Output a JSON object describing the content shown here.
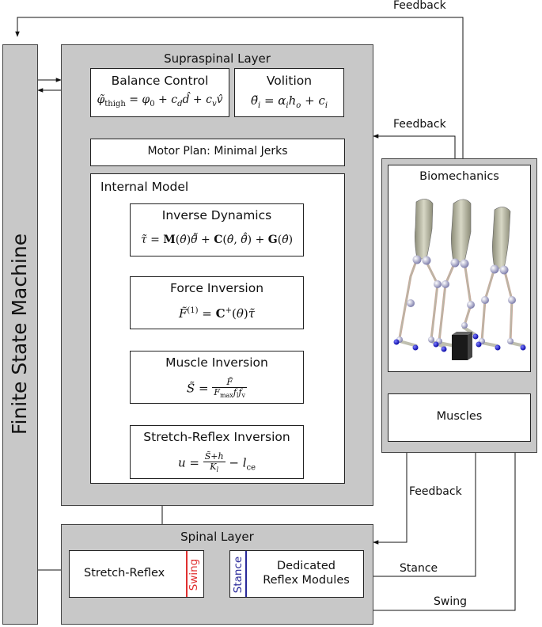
{
  "fsm": {
    "label": "Finite State Machine"
  },
  "supraspinal": {
    "title": "Supraspinal Layer"
  },
  "balance": {
    "title": "Balance Control"
  },
  "volition": {
    "title": "Volition"
  },
  "motor_plan": {
    "label": "Motor Plan: Minimal Jerks"
  },
  "internal_model": {
    "title": "Internal Model"
  },
  "inverse_dynamics": {
    "title": "Inverse Dynamics"
  },
  "force_inversion": {
    "title": "Force Inversion"
  },
  "muscle_inversion": {
    "title": "Muscle Inversion"
  },
  "stretch_reflex_inversion": {
    "title": "Stretch-Reflex Inversion"
  },
  "biomechanics": {
    "title": "Biomechanics"
  },
  "muscles": {
    "label": "Muscles"
  },
  "spinal": {
    "title": "Spinal Layer"
  },
  "stretch_reflex": {
    "label": "Stretch-Reflex",
    "tag": "Swing",
    "tag_color": "#e03030"
  },
  "reflex_modules": {
    "line1": "Dedicated",
    "line2": "Reflex Modules",
    "tag": "Stance",
    "tag_color": "#2a2a9a"
  },
  "wire_labels": {
    "feedback_top": "Feedback",
    "feedback_mid": "Feedback",
    "feedback_low": "Feedback",
    "stance": "Stance",
    "swing": "Swing"
  }
}
